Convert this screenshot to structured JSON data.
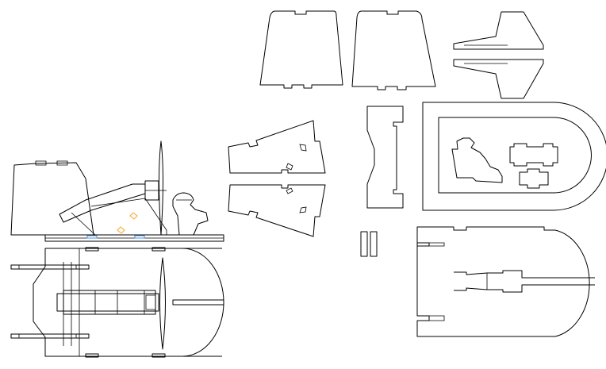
{
  "sheet": {
    "background": "#ffffff",
    "line_color": "#000000",
    "accent_colors": [
      "#f5a623",
      "#4a90e2"
    ]
  },
  "parts": [
    {
      "name": "rudder-fin-left"
    },
    {
      "name": "rudder-fin-right"
    },
    {
      "name": "canard-wing-upper"
    },
    {
      "name": "canard-wing-lower"
    },
    {
      "name": "side-panel-upper"
    },
    {
      "name": "side-panel-lower"
    },
    {
      "name": "cockpit-frame"
    },
    {
      "name": "deck-plate-with-cutouts"
    },
    {
      "name": "bottom-hull-plate"
    },
    {
      "name": "small-strut-pair"
    },
    {
      "name": "assembled-side-view"
    },
    {
      "name": "assembled-top-view"
    }
  ]
}
